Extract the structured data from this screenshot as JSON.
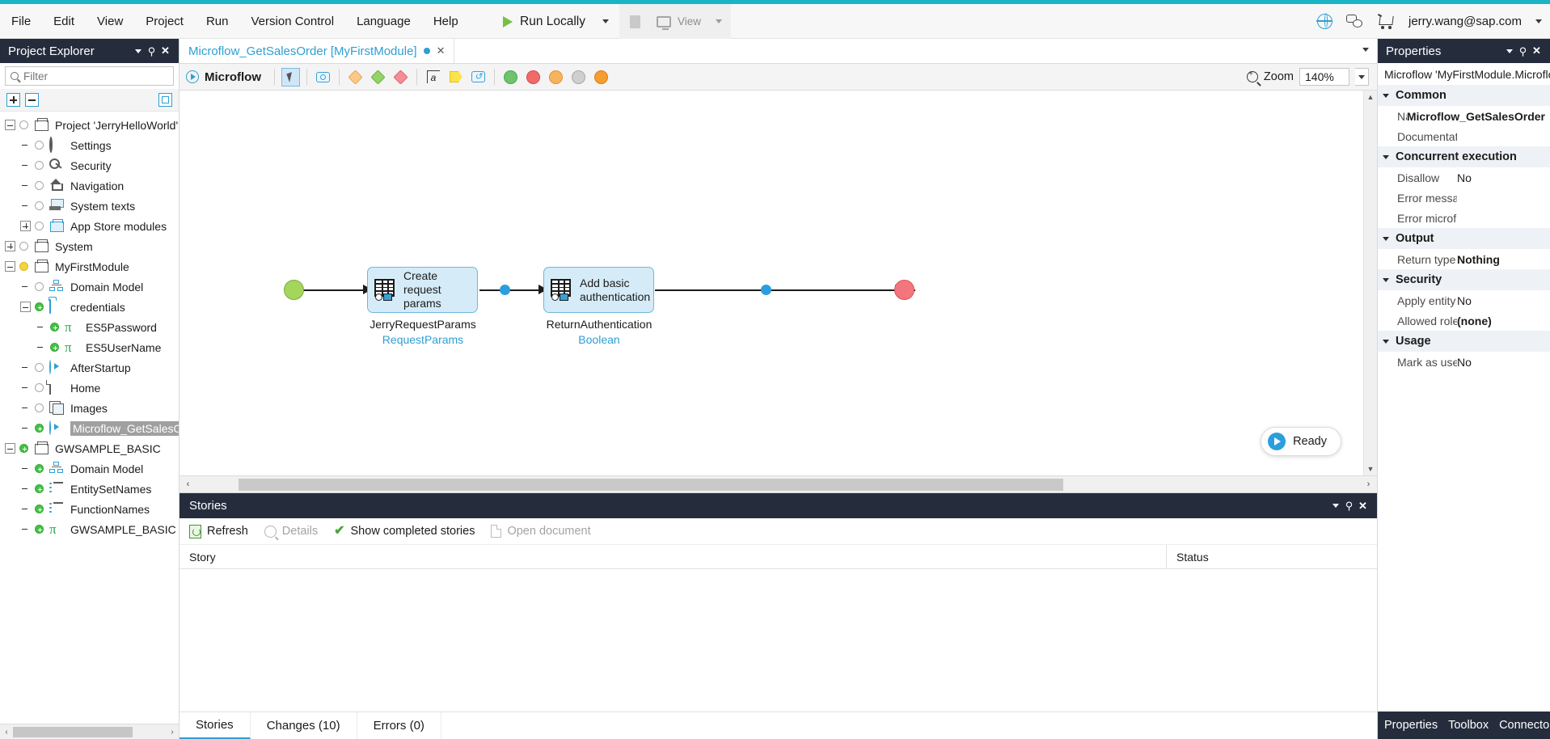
{
  "menu": {
    "items": [
      "File",
      "Edit",
      "View",
      "Project",
      "Run",
      "Version Control",
      "Language",
      "Help"
    ]
  },
  "toolbar": {
    "run_label": "Run Locally",
    "view_label": "View",
    "user_email": "jerry.wang@sap.com",
    "globe_icon": "globe-icon",
    "feedback_icon": "feedback-icon",
    "cart_icon": "cart-icon"
  },
  "explorer": {
    "title": "Project Explorer",
    "filter_placeholder": "Filter",
    "tree": [
      {
        "label": "Project 'JerryHelloWorld'",
        "indent": 0,
        "expander": "minus",
        "status": "none",
        "icon": "cube-icon"
      },
      {
        "label": "Settings",
        "indent": 1,
        "expander": "",
        "status": "none",
        "icon": "gear-icon"
      },
      {
        "label": "Security",
        "indent": 1,
        "expander": "",
        "status": "none",
        "icon": "key-icon"
      },
      {
        "label": "Navigation",
        "indent": 1,
        "expander": "",
        "status": "none",
        "icon": "home-icon"
      },
      {
        "label": "System texts",
        "indent": 1,
        "expander": "",
        "status": "none",
        "icon": "system-texts-icon"
      },
      {
        "label": "App Store modules",
        "indent": 1,
        "expander": "plus",
        "status": "none",
        "icon": "appstore-icon"
      },
      {
        "label": "System",
        "indent": 0,
        "expander": "plus",
        "status": "none",
        "icon": "module-icon"
      },
      {
        "label": "MyFirstModule",
        "indent": 0,
        "expander": "minus",
        "status": "yellow",
        "icon": "module-icon"
      },
      {
        "label": "Domain Model",
        "indent": 1,
        "expander": "",
        "status": "none",
        "icon": "domain-model-icon"
      },
      {
        "label": "credentials",
        "indent": 1,
        "expander": "minus",
        "status": "green",
        "icon": "folder-icon"
      },
      {
        "label": "ES5Password",
        "indent": 2,
        "expander": "",
        "status": "green",
        "icon": "constant-icon"
      },
      {
        "label": "ES5UserName",
        "indent": 2,
        "expander": "",
        "status": "green",
        "icon": "constant-icon"
      },
      {
        "label": "AfterStartup",
        "indent": 1,
        "expander": "",
        "status": "none",
        "icon": "microflow-icon"
      },
      {
        "label": "Home",
        "indent": 1,
        "expander": "",
        "status": "none",
        "icon": "page-icon"
      },
      {
        "label": "Images",
        "indent": 1,
        "expander": "",
        "status": "none",
        "icon": "images-icon"
      },
      {
        "label": "Microflow_GetSalesOrder",
        "indent": 1,
        "expander": "",
        "status": "green",
        "icon": "microflow-icon",
        "selected": true
      },
      {
        "label": "GWSAMPLE_BASIC",
        "indent": 0,
        "expander": "minus",
        "status": "green",
        "icon": "module-icon"
      },
      {
        "label": "Domain Model",
        "indent": 1,
        "expander": "",
        "status": "green",
        "icon": "domain-model-icon"
      },
      {
        "label": "EntitySetNames",
        "indent": 1,
        "expander": "",
        "status": "green",
        "icon": "enum-icon"
      },
      {
        "label": "FunctionNames",
        "indent": 1,
        "expander": "",
        "status": "green",
        "icon": "enum-icon"
      },
      {
        "label": "GWSAMPLE_BASIC",
        "indent": 1,
        "expander": "",
        "status": "green",
        "icon": "constant-icon"
      }
    ]
  },
  "editor": {
    "tab_title": "Microflow_GetSalesOrder [MyFirstModule]",
    "tab_modified": true,
    "mode_label": "Microflow",
    "zoom_label": "Zoom",
    "zoom_value": "140%",
    "palette": [
      "cursor-icon",
      "loop-rect-icon",
      "diamond-orange-icon",
      "diamond-green-icon",
      "diamond-red-icon",
      "annotation-icon",
      "parameter-icon",
      "loop-icon",
      "circle-green-icon",
      "circle-red-icon",
      "circle-orange-icon",
      "circle-gray-icon",
      "circle-orange2-icon"
    ],
    "status_chip": "Ready"
  },
  "microflow": {
    "nodes": [
      {
        "type": "start",
        "name": "start-event"
      },
      {
        "type": "activity",
        "text": "Create request params",
        "caption": "JerryRequestParams",
        "caption_type": "RequestParams"
      },
      {
        "type": "activity",
        "text": "Add basic authentication",
        "caption": "ReturnAuthentication",
        "caption_type": "Boolean"
      },
      {
        "type": "end",
        "name": "end-event"
      }
    ]
  },
  "stories": {
    "title": "Stories",
    "toolbar": [
      {
        "label": "Refresh",
        "icon": "refresh-icon",
        "enabled": true
      },
      {
        "label": "Details",
        "icon": "details-icon",
        "enabled": false
      },
      {
        "label": "Show completed stories",
        "icon": "check-icon",
        "enabled": true
      },
      {
        "label": "Open document",
        "icon": "open-document-icon",
        "enabled": false
      }
    ],
    "columns": [
      "Story",
      "Status"
    ],
    "rows": [],
    "tabs": [
      {
        "label": "Stories",
        "active": true
      },
      {
        "label": "Changes (10)",
        "active": false
      },
      {
        "label": "Errors (0)",
        "active": false
      }
    ]
  },
  "properties": {
    "title": "Properties",
    "subtitle": "Microflow 'MyFirstModule.Microflow_GetSalesOrder'",
    "groups": [
      {
        "name": "Common",
        "rows": [
          {
            "key": "Name",
            "value": "Microflow_GetSalesOrder",
            "bold": true
          },
          {
            "key": "Documentation",
            "value": ""
          }
        ]
      },
      {
        "name": "Concurrent execution",
        "rows": [
          {
            "key": "Disallow",
            "value": "No",
            "bold": false
          },
          {
            "key": "Error message",
            "value": ""
          },
          {
            "key": "Error microflow",
            "value": ""
          }
        ]
      },
      {
        "name": "Output",
        "rows": [
          {
            "key": "Return type",
            "value": "Nothing",
            "bold": true
          }
        ]
      },
      {
        "name": "Security",
        "rows": [
          {
            "key": "Apply entity access",
            "value": "No",
            "bold": false
          },
          {
            "key": "Allowed roles",
            "value": "(none)",
            "bold": true
          }
        ]
      },
      {
        "name": "Usage",
        "rows": [
          {
            "key": "Mark as used",
            "value": "No",
            "bold": false
          }
        ]
      }
    ],
    "bottom_tabs": [
      "Properties",
      "Toolbox",
      "Connector"
    ]
  }
}
